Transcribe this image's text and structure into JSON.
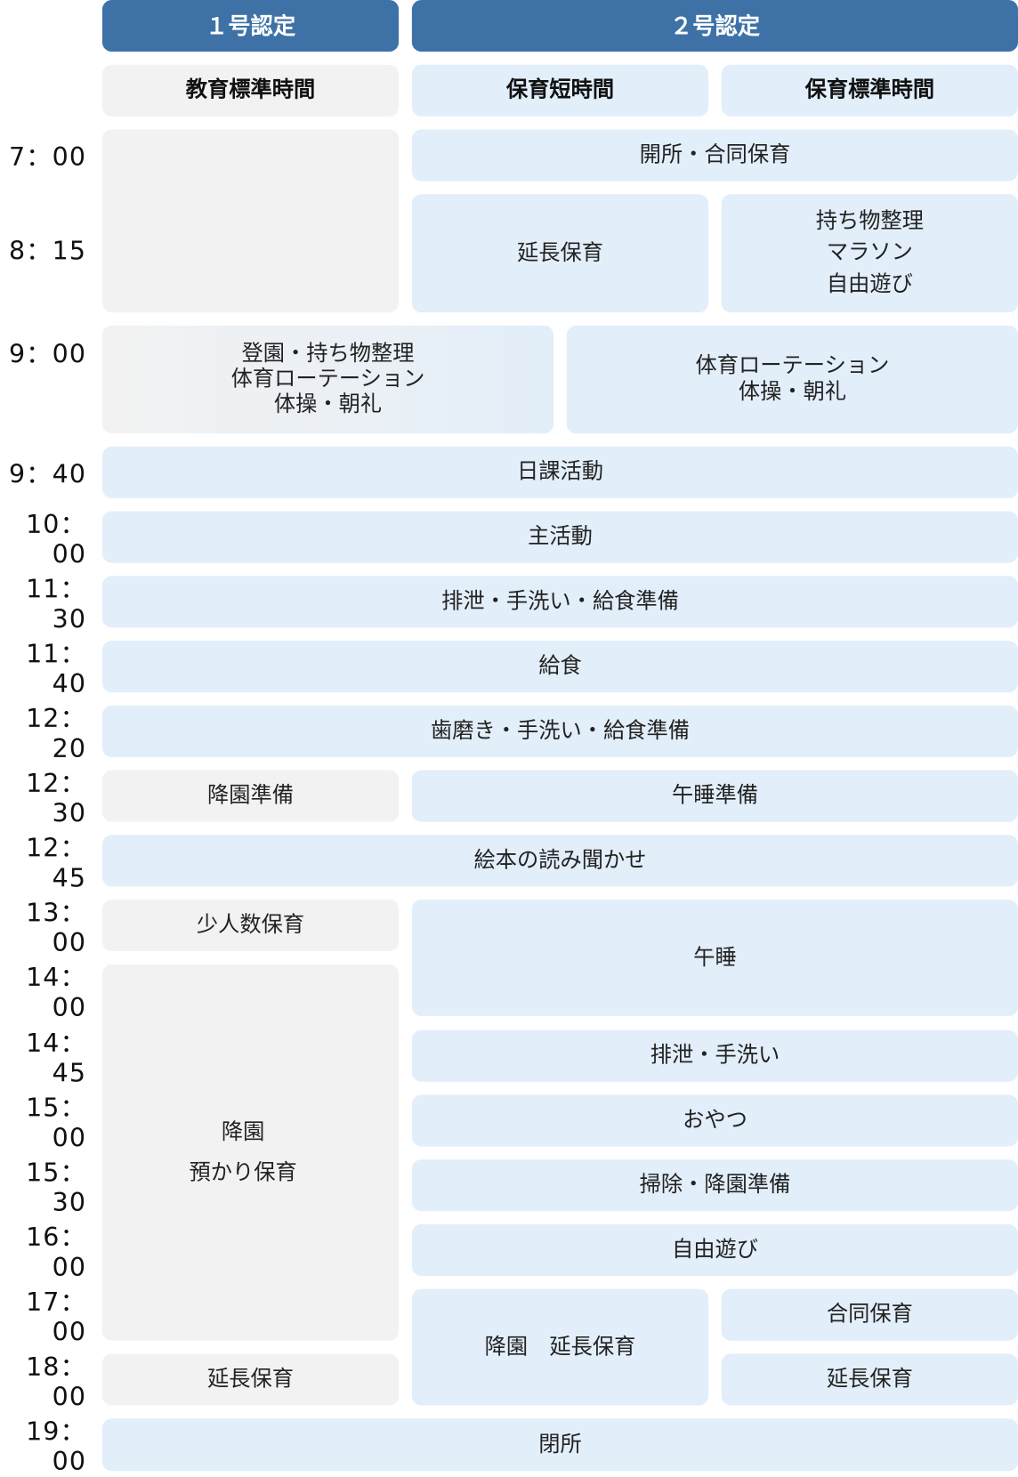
{
  "headers": {
    "cert1": "１号認定",
    "cert2": "２号認定",
    "edu_standard": "教育標準時間",
    "care_short": "保育短時間",
    "care_standard": "保育標準時間"
  },
  "times": [
    "7：00",
    "8：15",
    "9：00",
    "9：40",
    "10：00",
    "11：30",
    "11：40",
    "12：20",
    "12：30",
    "12：45",
    "13：00",
    "14：00",
    "14：45",
    "15：00",
    "15：30",
    "16：00",
    "17：00",
    "18：00",
    "19：00"
  ],
  "blocks": {
    "open": "開所・合同保育",
    "extended_morning": "延長保育",
    "standard_morning": [
      "持ち物整理",
      "マラソン",
      "自由遊び"
    ],
    "edu_arrival": [
      "登園・持ち物整理",
      "体育ローテーション",
      "体操・朝礼"
    ],
    "care_rotation": [
      "体育ローテーション",
      "体操・朝礼"
    ],
    "daily": "日課活動",
    "main": "主活動",
    "toilet_lunchprep": "排泄・手洗い・給食準備",
    "lunch": "給食",
    "brush_lunchprep": "歯磨き・手洗い・給食準備",
    "edu_leave_prep": "降園準備",
    "nap_prep": "午睡準備",
    "picture_book": "絵本の読み聞かせ",
    "small_group": "少人数保育",
    "nap": "午睡",
    "edu_leave": [
      "降園",
      "預かり保育"
    ],
    "toilet": "排泄・手洗い",
    "snack": "おやつ",
    "cleanup": "掃除・降園準備",
    "free_play": "自由遊び",
    "short_leave": "降園　延長保育",
    "joint": "合同保育",
    "extended_std": "延長保育",
    "extended_edu": "延長保育",
    "close": "閉所"
  }
}
